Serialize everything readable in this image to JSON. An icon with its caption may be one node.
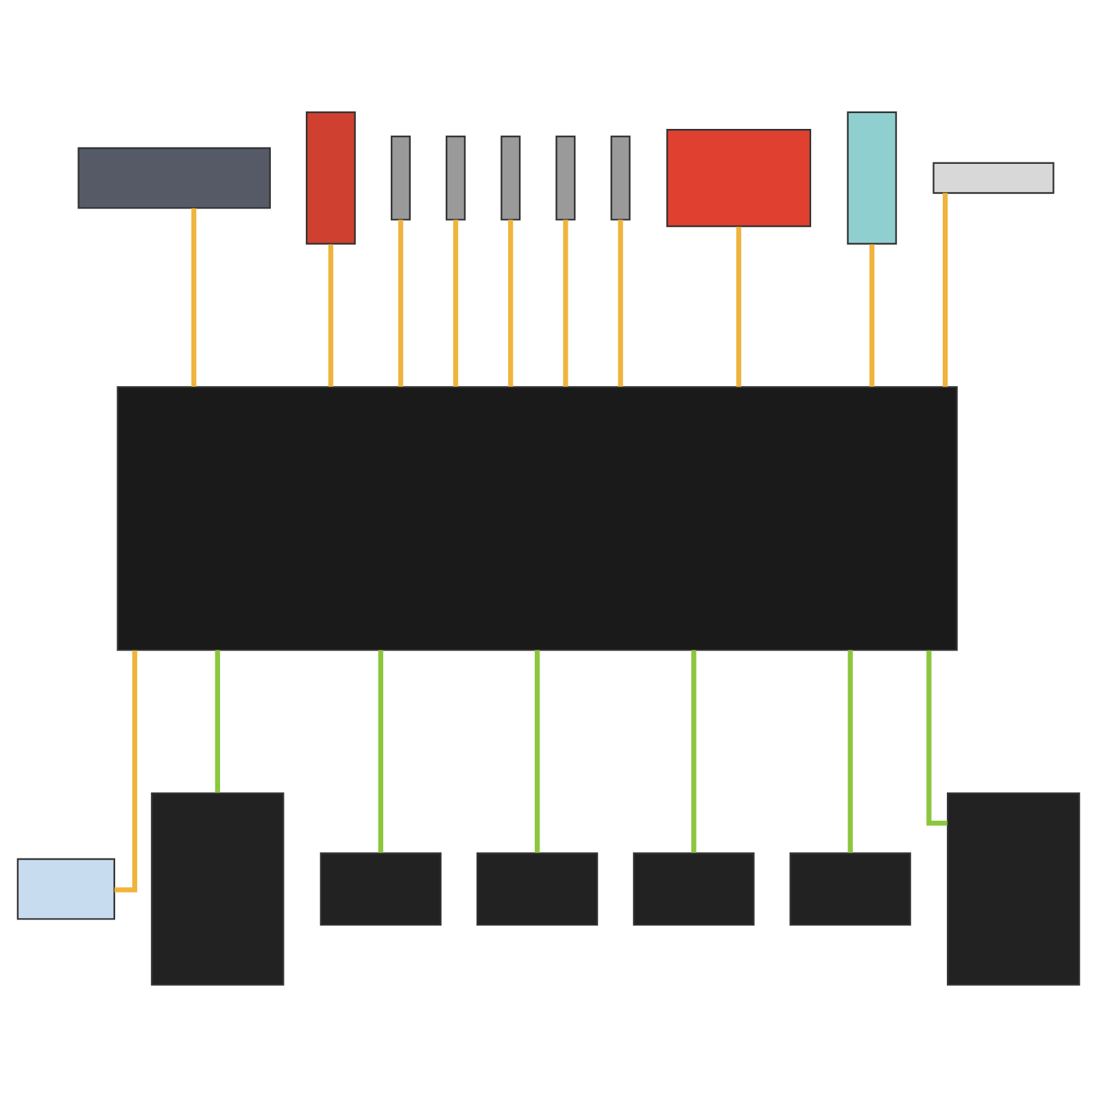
{
  "diagram": {
    "nodes": [
      {
        "text": [],
        "shape": "box"
      },
      {
        "text": [],
        "shape": "box"
      },
      {
        "text": [],
        "shape": "box"
      },
      {
        "text": [],
        "shape": "box"
      },
      {
        "text": [],
        "shape": "box"
      },
      {
        "text": [],
        "shape": "box"
      },
      {
        "text": [],
        "shape": "box"
      },
      {
        "text": [],
        "shape": "box"
      },
      {
        "text": [],
        "shape": "box"
      },
      {
        "text": [],
        "shape": "box"
      },
      {
        "text": [],
        "shape": "box"
      },
      {
        "text": [],
        "shape": "box"
      },
      {
        "text": [],
        "shape": "box"
      },
      {
        "text": [],
        "shape": "box"
      },
      {
        "text": [],
        "shape": "box"
      },
      {
        "text": [],
        "shape": "box"
      },
      {
        "text": [],
        "shape": "box"
      },
      {
        "text": [],
        "shape": "box"
      }
    ],
    "edges": [
      {
        "from": 0,
        "to": 10,
        "arrow": "none"
      },
      {
        "from": 1,
        "to": 10,
        "arrow": "none"
      },
      {
        "from": 2,
        "to": 10,
        "arrow": "none"
      },
      {
        "from": 3,
        "to": 10,
        "arrow": "none"
      },
      {
        "from": 4,
        "to": 10,
        "arrow": "none"
      },
      {
        "from": 5,
        "to": 10,
        "arrow": "none"
      },
      {
        "from": 6,
        "to": 10,
        "arrow": "none"
      },
      {
        "from": 7,
        "to": 10,
        "arrow": "none"
      },
      {
        "from": 8,
        "to": 10,
        "arrow": "none"
      },
      {
        "from": 9,
        "to": 10,
        "arrow": "none"
      },
      {
        "from": 10,
        "to": 11,
        "arrow": "none"
      },
      {
        "from": 10,
        "to": 12,
        "arrow": "none",
        "color": "#8cc63f"
      },
      {
        "from": 10,
        "to": 13,
        "arrow": "none",
        "color": "#8cc63f"
      },
      {
        "from": 10,
        "to": 14,
        "arrow": "none",
        "color": "#8cc63f"
      },
      {
        "from": 10,
        "to": 15,
        "arrow": "none",
        "color": "#8cc63f"
      },
      {
        "from": 10,
        "to": 16,
        "arrow": "none",
        "color": "#8cc63f"
      },
      {
        "from": 10,
        "to": 17,
        "arrow": "none",
        "color": "#8cc63f"
      }
    ]
  }
}
